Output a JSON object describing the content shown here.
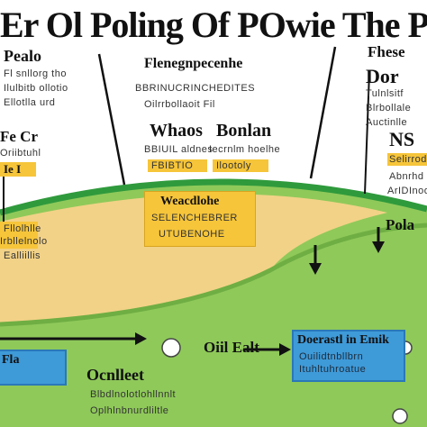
{
  "title": "Er Ol Poling Of POwie The Po",
  "top_left": {
    "heading": "Pealo",
    "lines": [
      "Fl snllorg tho",
      "Ilulbitb ollotio",
      "Ellotlla urd"
    ]
  },
  "top_center": {
    "heading": "Flenegnpecenhe",
    "lines": [
      "BBRINUCRINCHEDITES",
      "Oilrrbollaoit Fil"
    ]
  },
  "top_right": {
    "heading": "Fhese",
    "subheading": "Dor",
    "lines": [
      "Tulnlsitf",
      "Blrbollale",
      "Auctinlle"
    ]
  },
  "center_heading": {
    "left": "Whaos",
    "right": "Bonlan",
    "lines": [
      "BBIUIL aldnes",
      "Iecrnlm hoelhe"
    ],
    "tags": [
      "FBIBTIO",
      "Ilootoly"
    ]
  },
  "left_mid": {
    "heading": "Fe Cr",
    "lines": [
      "Oriibtuhl"
    ],
    "tag": "Ie I"
  },
  "right_mid": {
    "heading": "NS",
    "lines": [
      "Abnrhd",
      "ArIDInoonie"
    ],
    "tag": "Selirroda"
  },
  "yellow_center": {
    "heading": "Weacdlohe",
    "lines": [
      "SELENCHEBRER",
      "UTUBENOHE"
    ]
  },
  "yellow_left": {
    "lines": [
      "Fllolhlle",
      "Irbllelnolo",
      "Ealliillis"
    ]
  },
  "right_label": "Pola",
  "blue_right": {
    "heading": "Doerastl in Emik",
    "lines": [
      "Ouilidtnbllbrn",
      "Ituhltuhroatue"
    ]
  },
  "center_bottom_label": "Oiil Ealt",
  "bottom_center": {
    "heading": "Ocnlleet",
    "lines": [
      "Blbdlnolotlohllnnlt",
      "Oplhlnbnurdliltle"
    ]
  },
  "blue_left": {
    "heading": "Fla"
  },
  "colors": {
    "green_field": "#8fc95a",
    "green_border": "#2f9a3c",
    "sand": "#f2d287",
    "yellow": "#f6c53a",
    "blue": "#3f9ad8"
  }
}
